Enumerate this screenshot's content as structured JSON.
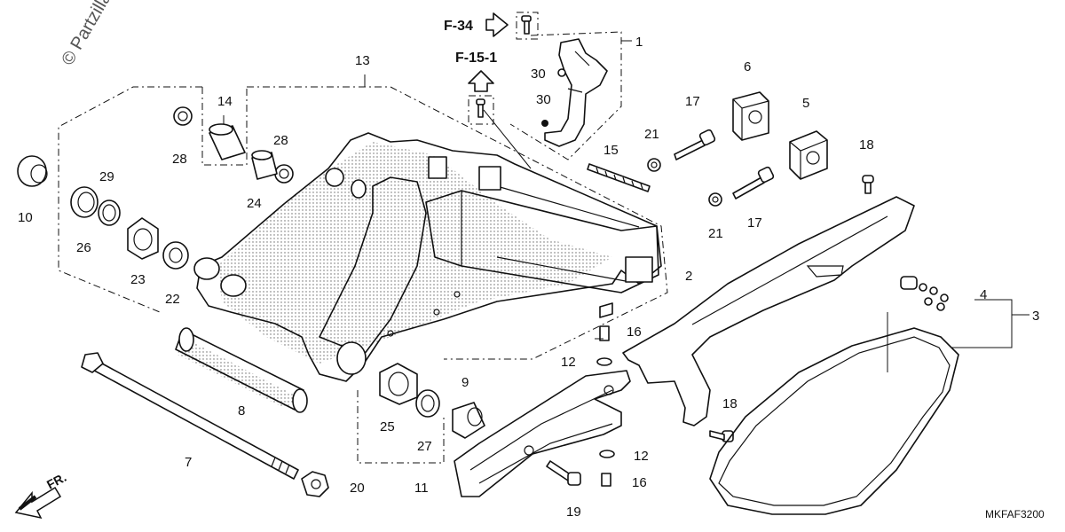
{
  "watermark": "© Partzilla",
  "diagram_code": "MKFAF3200",
  "front_indicator": "FR.",
  "references": [
    {
      "id": "ref-f34",
      "label": "F-34"
    },
    {
      "id": "ref-f151",
      "label": "F-15-1"
    }
  ],
  "callouts": [
    {
      "id": "1",
      "label": "1"
    },
    {
      "id": "2",
      "label": "2"
    },
    {
      "id": "3",
      "label": "3"
    },
    {
      "id": "4",
      "label": "4"
    },
    {
      "id": "5",
      "label": "5"
    },
    {
      "id": "6",
      "label": "6"
    },
    {
      "id": "7",
      "label": "7"
    },
    {
      "id": "8",
      "label": "8"
    },
    {
      "id": "9",
      "label": "9"
    },
    {
      "id": "10",
      "label": "10"
    },
    {
      "id": "11",
      "label": "11"
    },
    {
      "id": "12a",
      "label": "12"
    },
    {
      "id": "12b",
      "label": "12"
    },
    {
      "id": "13",
      "label": "13"
    },
    {
      "id": "14",
      "label": "14"
    },
    {
      "id": "15",
      "label": "15"
    },
    {
      "id": "16a",
      "label": "16"
    },
    {
      "id": "16b",
      "label": "16"
    },
    {
      "id": "17a",
      "label": "17"
    },
    {
      "id": "17b",
      "label": "17"
    },
    {
      "id": "18a",
      "label": "18"
    },
    {
      "id": "18b",
      "label": "18"
    },
    {
      "id": "19",
      "label": "19"
    },
    {
      "id": "20",
      "label": "20"
    },
    {
      "id": "21a",
      "label": "21"
    },
    {
      "id": "21b",
      "label": "21"
    },
    {
      "id": "22",
      "label": "22"
    },
    {
      "id": "23",
      "label": "23"
    },
    {
      "id": "24",
      "label": "24"
    },
    {
      "id": "25",
      "label": "25"
    },
    {
      "id": "26",
      "label": "26"
    },
    {
      "id": "27",
      "label": "27"
    },
    {
      "id": "28a",
      "label": "28"
    },
    {
      "id": "28b",
      "label": "28"
    },
    {
      "id": "29",
      "label": "29"
    },
    {
      "id": "30a",
      "label": "30"
    },
    {
      "id": "30b",
      "label": "30"
    }
  ]
}
